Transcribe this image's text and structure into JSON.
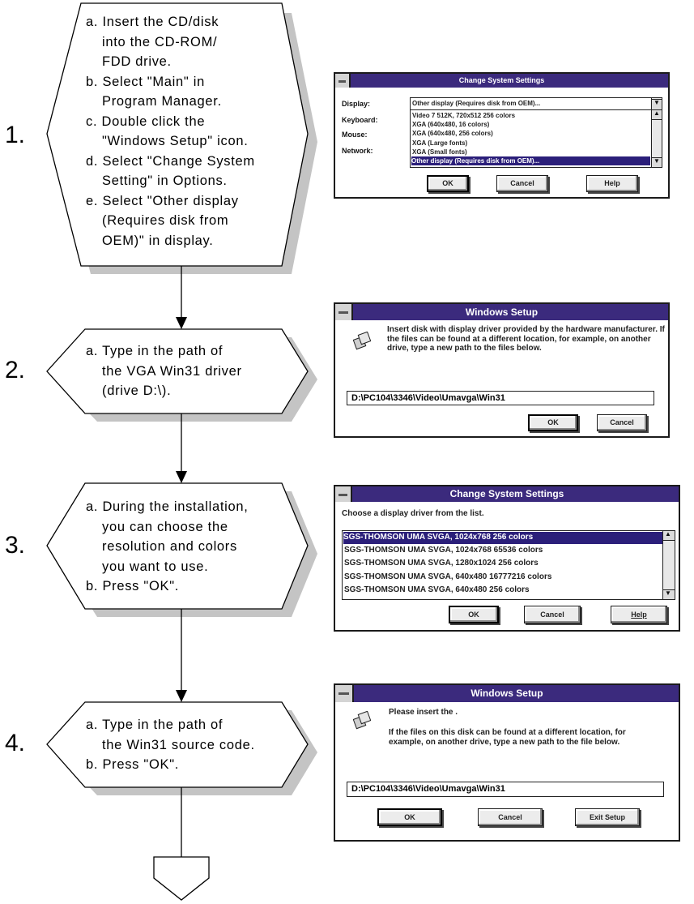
{
  "steps": [
    {
      "number": "1.",
      "lines": [
        {
          "t": "a. Insert the CD/disk",
          "ind": false
        },
        {
          "t": "into the CD-ROM/",
          "ind": true
        },
        {
          "t": "FDD drive.",
          "ind": true
        },
        {
          "t": "b. Select \"Main\" in",
          "ind": false
        },
        {
          "t": "Program Manager.",
          "ind": true
        },
        {
          "t": "c. Double click the",
          "ind": false
        },
        {
          "t": "\"Windows Setup\" icon.",
          "ind": true
        },
        {
          "t": "d. Select \"Change System",
          "ind": false
        },
        {
          "t": "Setting\" in Options.",
          "ind": true
        },
        {
          "t": "e. Select \"Other display",
          "ind": false
        },
        {
          "t": "(Requires disk from",
          "ind": true
        },
        {
          "t": "OEM)\" in display.",
          "ind": true
        }
      ]
    },
    {
      "number": "2.",
      "lines": [
        {
          "t": "a. Type in the path of",
          "ind": false
        },
        {
          "t": "the VGA Win31 driver",
          "ind": true
        },
        {
          "t": "(drive D:\\).",
          "ind": true
        }
      ]
    },
    {
      "number": "3.",
      "lines": [
        {
          "t": "a. During the installation,",
          "ind": false
        },
        {
          "t": "you can choose the",
          "ind": true
        },
        {
          "t": "resolution and colors",
          "ind": true
        },
        {
          "t": "you want to use.",
          "ind": true
        },
        {
          "t": "b. Press \"OK\".",
          "ind": false
        }
      ]
    },
    {
      "number": "4.",
      "lines": [
        {
          "t": "a. Type in the path of",
          "ind": false
        },
        {
          "t": "the Win31 source code.",
          "ind": true
        },
        {
          "t": "b. Press \"OK\".",
          "ind": false
        }
      ]
    }
  ],
  "dialog1": {
    "title": "Change System Settings",
    "labels": [
      "Display:",
      "Keyboard:",
      "Mouse:",
      "Network:"
    ],
    "display_value": "Other display (Requires disk from OEM)...",
    "list_items": [
      "Video 7 512K, 720x512 256 colors",
      "XGA (640x480, 16 colors)",
      "XGA (640x480, 256 colors)",
      "XGA (Large fonts)",
      "XGA (Small fonts)",
      "Other display (Requires disk from OEM)..."
    ],
    "ok": "OK",
    "cancel": "Cancel",
    "help": "Help"
  },
  "dialog2": {
    "title": "Windows Setup",
    "message": "Insert disk with display driver provided by the hardware manufacturer. If the files can be found at a different location, for example, on another drive, type a new path to the files below.",
    "path": "D:\\PC104\\3346\\Video\\Umavga\\Win31",
    "ok": "OK",
    "cancel": "Cancel"
  },
  "dialog3": {
    "title": "Change System Settings",
    "prompt": "Choose a display driver from the list.",
    "list_items": [
      "SGS-THOMSON UMA SVGA, 1024x768 256 colors",
      "SGS-THOMSON UMA SVGA, 1024x768 65536 colors",
      "SGS-THOMSON UMA SVGA, 1280x1024 256 colors",
      "SGS-THOMSON UMA SVGA, 640x480 16777216 colors",
      "SGS-THOMSON UMA SVGA, 640x480 256 colors"
    ],
    "ok": "OK",
    "cancel": "Cancel",
    "help": "Help"
  },
  "dialog4": {
    "title": "Windows Setup",
    "message1": "Please insert the .",
    "message2": "If the files on this disk can be found at a different location, for example, on another drive, type a new path to the file below.",
    "path": "D:\\PC104\\3346\\Video\\Umavga\\Win31",
    "ok": "OK",
    "cancel": "Cancel",
    "exit": "Exit Setup"
  }
}
